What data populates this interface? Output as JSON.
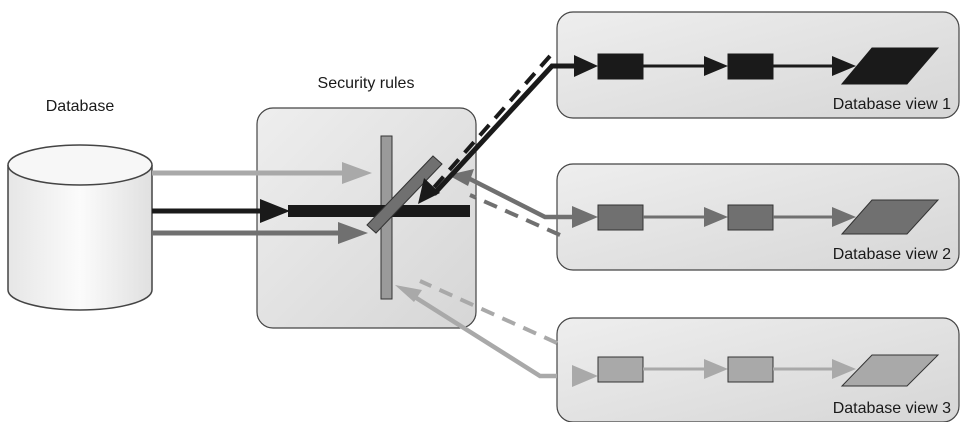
{
  "labels": {
    "database": "Database",
    "security_rules": "Security rules",
    "views": [
      "Database view 1",
      "Database view 2",
      "Database view 3"
    ]
  },
  "colors": {
    "black": "#1a1a1a",
    "dark_gray": "#707070",
    "light_gray": "#a9a9a9",
    "panel_fill": "#e2e2e2",
    "panel_stroke": "#444444",
    "cylinder_fill": "#f4f4f4"
  }
}
